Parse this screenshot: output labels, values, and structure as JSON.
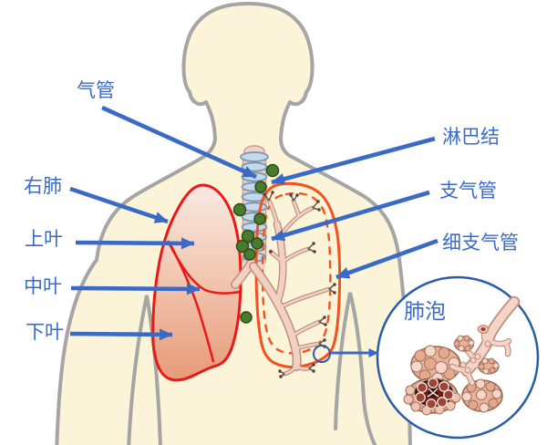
{
  "diagram": {
    "labels": {
      "trachea": "气管",
      "right_lung": "右肺",
      "upper_lobe": "上叶",
      "middle_lobe": "中叶",
      "lower_lobe": "下叶",
      "lymph_node": "淋巴结",
      "bronchus": "支气管",
      "bronchiole": "细支气管",
      "alveoli": "肺泡"
    },
    "colors": {
      "label_text": "#3A6AC6",
      "arrow": "#3A6AC6",
      "body_fill": "#FCF4D8",
      "body_outline": "#A5A5A5",
      "right_lung_outline": "#EA1917",
      "left_lung_outline": "#F4511E",
      "trachea_ring": "#C4DAEC",
      "bronchial_tree": "#F2D0C2",
      "lymph_node": "#4A7A2E",
      "inset_ring": "#2B5CA8",
      "diseased_alveoli": "#6E1D10"
    }
  }
}
